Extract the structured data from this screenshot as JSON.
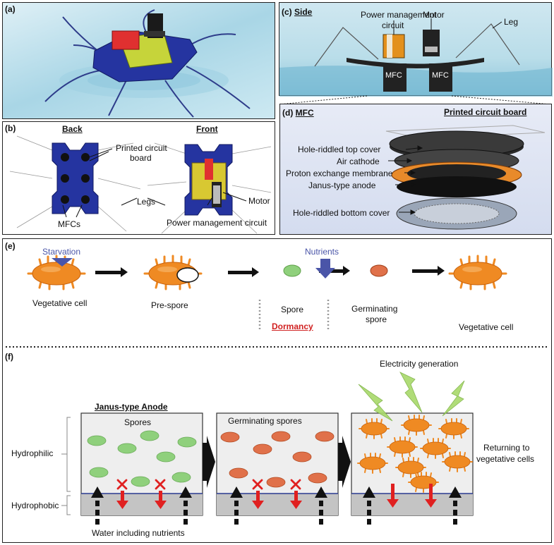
{
  "panels": {
    "a": {
      "label": "(a)"
    },
    "b": {
      "label": "(b)",
      "back": "Back",
      "front": "Front",
      "pcb": [
        "Printed circuit",
        "board"
      ],
      "motor": "Motor",
      "legs": "Legs",
      "mfcs": "MFCs",
      "pmc": "Power management circuit"
    },
    "c": {
      "label": "(c)",
      "title": "Side",
      "pmc": [
        "Power management",
        "circuit"
      ],
      "motor": "Motor",
      "leg": "Leg",
      "mfc_left": "MFC",
      "mfc_right": "MFC"
    },
    "d": {
      "label": "(d)",
      "title": "MFC",
      "pcb": "Printed circuit board",
      "layers": [
        "Hole-riddled top cover",
        "Air cathode",
        "Proton exchange membrane",
        "Janus-type anode",
        "Hole-riddled bottom cover"
      ]
    },
    "e": {
      "label": "(e)",
      "starvation": "Starvation",
      "nutrients": "Nutrients",
      "stages": [
        "Vegetative cell",
        "Pre-spore",
        "Spore",
        [
          "Germinating",
          "spore"
        ],
        "Vegetative cell"
      ],
      "dormancy": "Dormancy"
    },
    "f": {
      "label": "(f)",
      "anode_title": "Janus-type Anode",
      "spores": "Spores",
      "germinating": "Germinating spores",
      "electricity": "Electricity generation",
      "returning": [
        "Returning to",
        "vegetative cells"
      ],
      "hydrophilic": "Hydrophilic",
      "hydrophobic": "Hydrophobic",
      "water": "Water including nutrients"
    }
  },
  "colors": {
    "bacterium": "#ef8a23",
    "bacterium_edge": "#c9620c",
    "spore": "#8fd07c",
    "germ_spore": "#e0714a",
    "arrow_blue": "#4a55a8",
    "red_cross": "#e02020",
    "dormancy": "#d02020",
    "robot_blue": "#2534a0",
    "water": "#b7dde9"
  }
}
